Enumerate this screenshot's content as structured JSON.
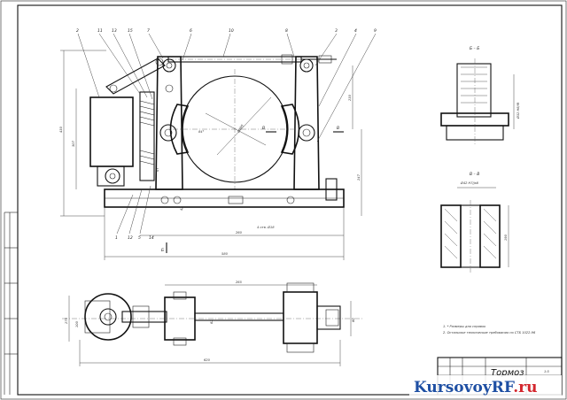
{
  "title_block": {
    "title": "Тормоз",
    "scale": "1:5"
  },
  "section_labels": {
    "b_b": "Б – Б",
    "v_v": "В – В"
  },
  "dimensions": {
    "overall_height": "430",
    "height_307": "307",
    "height_230": "230",
    "height_247": "247",
    "height_47": "47",
    "width_260": "260",
    "width_580": "580",
    "holes": "4 отв. Ø18",
    "top_width_265": "265",
    "plan_width_620": "620",
    "plan_275": "275",
    "plan_100": "100",
    "plan_80": "80",
    "plan_82": "82",
    "diameter": "Ø400",
    "angle": "84°",
    "sec_b_dim": "Ø32 H8/f9",
    "sec_v_dim": "Ø42 H7/js6",
    "sec_v_190": "190"
  },
  "notes": {
    "note1": "1. * Размеры для справок",
    "note2": "2. Остальные технические требования по СТБ 1022-96"
  },
  "markers": {
    "b": "Б",
    "v": "В"
  },
  "callouts": [
    "2",
    "11",
    "13",
    "15",
    "7",
    "6",
    "10",
    "8",
    "3",
    "4",
    "9",
    "1",
    "12",
    "5",
    "14"
  ],
  "watermark": {
    "brand": "KursovoyRF",
    "tld": ".ru"
  },
  "colors": {
    "line": "#111111",
    "paper": "#ffffff",
    "watermark_blue": "#1e4fa3",
    "watermark_red": "#d3262d"
  }
}
